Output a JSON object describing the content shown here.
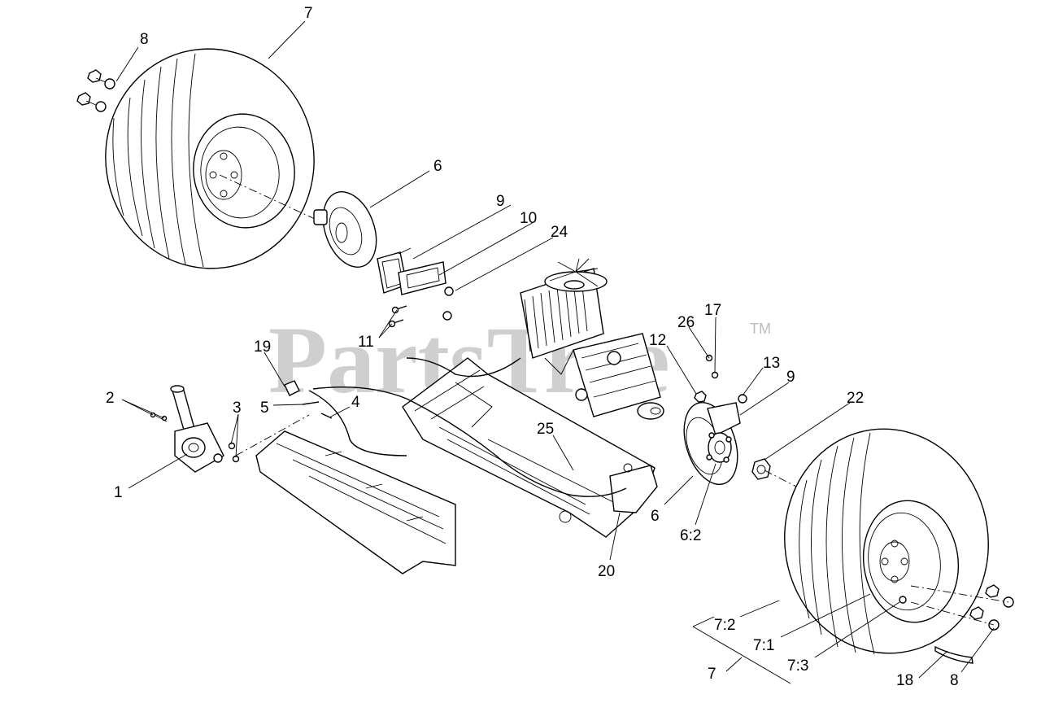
{
  "watermark": {
    "text": "PartsTree",
    "trademark": "TM"
  },
  "callouts": [
    {
      "id": "c-8a",
      "text": "8"
    },
    {
      "id": "c-7a",
      "text": "7"
    },
    {
      "id": "c-6a",
      "text": "6"
    },
    {
      "id": "c-9a",
      "text": "9"
    },
    {
      "id": "c-10",
      "text": "10"
    },
    {
      "id": "c-24",
      "text": "24"
    },
    {
      "id": "c-11",
      "text": "11"
    },
    {
      "id": "c-19",
      "text": "19"
    },
    {
      "id": "c-2",
      "text": "2"
    },
    {
      "id": "c-3",
      "text": "3"
    },
    {
      "id": "c-5",
      "text": "5"
    },
    {
      "id": "c-4",
      "text": "4"
    },
    {
      "id": "c-1",
      "text": "1"
    },
    {
      "id": "c-26",
      "text": "26"
    },
    {
      "id": "c-17",
      "text": "17"
    },
    {
      "id": "c-12",
      "text": "12"
    },
    {
      "id": "c-13",
      "text": "13"
    },
    {
      "id": "c-9b",
      "text": "9"
    },
    {
      "id": "c-22",
      "text": "22"
    },
    {
      "id": "c-25",
      "text": "25"
    },
    {
      "id": "c-6b",
      "text": "6"
    },
    {
      "id": "c-62",
      "text": "6:2"
    },
    {
      "id": "c-20",
      "text": "20"
    },
    {
      "id": "c-72",
      "text": "7:2"
    },
    {
      "id": "c-71",
      "text": "7:1"
    },
    {
      "id": "c-73",
      "text": "7:3"
    },
    {
      "id": "c-7b",
      "text": "7"
    },
    {
      "id": "c-18",
      "text": "18"
    },
    {
      "id": "c-8b",
      "text": "8"
    }
  ]
}
